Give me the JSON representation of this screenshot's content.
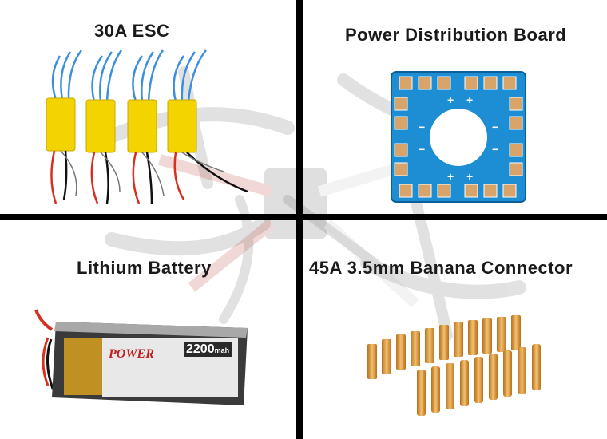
{
  "panels": {
    "esc": {
      "title": "30A ESC"
    },
    "pdb": {
      "title": "Power Distribution Board"
    },
    "battery": {
      "title": "Lithium Battery",
      "brand": "POWER",
      "capacity": "2200",
      "capacity_unit": "mah"
    },
    "banana": {
      "title": "45A 3.5mm Banana Connector"
    }
  },
  "colors": {
    "divider": "#000000",
    "title_text": "#1a1a1a",
    "esc_body": "#f4d400",
    "wire_blue": "#3a8fe0",
    "pcb": "#1d8ed3",
    "pad": "#d8a46a",
    "gold": "#e0a040"
  }
}
